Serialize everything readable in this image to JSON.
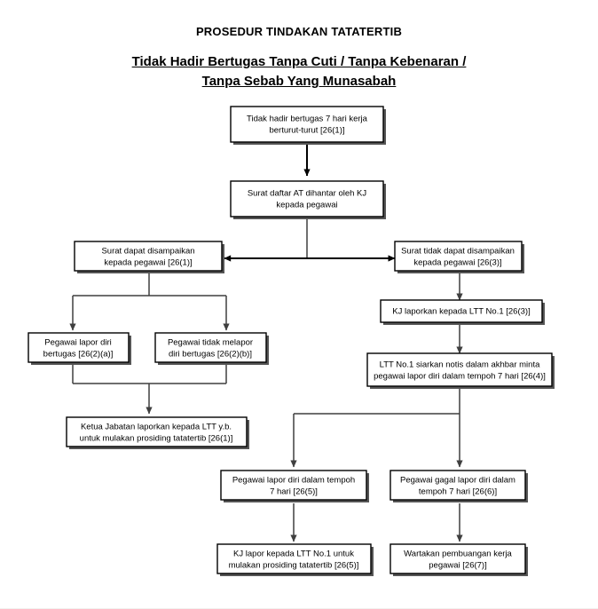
{
  "document": {
    "title_main": "PROSEDUR TINDAKAN TATATERTIB",
    "title_sub_line1": "Tidak Hadir Bertugas Tanpa Cuti / Tanpa Kebenaran /",
    "title_sub_line2": "Tanpa Sebab Yang Munasabah"
  },
  "colors": {
    "background": "#ffffff",
    "text": "#000000",
    "box_border": "#000000",
    "box_fill": "#ffffff",
    "connector": "#3f3f3f",
    "shadow": "#555555"
  },
  "flowchart": {
    "type": "process-flow",
    "nodes": [
      {
        "id": "n1",
        "line1": "Tidak hadir bertugas 7 hari kerja",
        "line2": "berturut-turut [26(1)]"
      },
      {
        "id": "n2",
        "line1": "Surat daftar AT dihantar  oleh KJ",
        "line2": "kepada pegawai"
      },
      {
        "id": "n3",
        "line1": "Surat dapat disampaikan",
        "line2": "kepada pegawai [26(1)]"
      },
      {
        "id": "n4",
        "line1": "Surat tidak dapat disampaikan",
        "line2": "kepada pegawai [26(3)]"
      },
      {
        "id": "n5",
        "line1": "KJ laporkan kepada LTT No.1 [26(3)]",
        "line2": ""
      },
      {
        "id": "n6",
        "line1": "LTT No.1 siarkan notis dalam akhbar minta",
        "line2": "pegawai lapor diri dalam tempoh 7 hari [26(4)]"
      },
      {
        "id": "n7",
        "line1": "Pegawai lapor diri",
        "line2": "bertugas [26(2)(a)]"
      },
      {
        "id": "n8",
        "line1": "Pegawai tidak melapor",
        "line2": "diri bertugas [26(2)(b)]"
      },
      {
        "id": "n9",
        "line1": "Ketua Jabatan laporkan kepada LTT y.b.",
        "line2": "untuk mulakan prosiding tatatertib [26(1)]"
      },
      {
        "id": "n10",
        "line1": "Pegawai lapor diri dalam tempoh",
        "line2": "7 hari [26(5)]"
      },
      {
        "id": "n11",
        "line1": "Pegawai gagal lapor diri dalam",
        "line2": "tempoh 7 hari [26(6)]"
      },
      {
        "id": "n12",
        "line1": "KJ lapor kepada LTT No.1 untuk",
        "line2": "mulakan prosiding tatatertib [26(5)]"
      },
      {
        "id": "n13",
        "line1": "Wartakan pembuangan kerja",
        "line2": "pegawai [26(7)]"
      }
    ],
    "edges": [
      {
        "from": "n1",
        "to": "n2",
        "style": "arrow-down"
      },
      {
        "from": "n2",
        "to": "n3",
        "style": "split-bidirectional"
      },
      {
        "from": "n2",
        "to": "n4",
        "style": "split-bidirectional"
      },
      {
        "from": "n3",
        "to": "n7",
        "style": "branch-down"
      },
      {
        "from": "n3",
        "to": "n8",
        "style": "branch-down"
      },
      {
        "from": "n4",
        "to": "n5",
        "style": "arrow-down"
      },
      {
        "from": "n5",
        "to": "n6",
        "style": "arrow-down"
      },
      {
        "from": "n7",
        "to": "n9",
        "style": "merge-down"
      },
      {
        "from": "n8",
        "to": "n9",
        "style": "merge-down"
      },
      {
        "from": "n6",
        "to": "n10",
        "style": "branch-down"
      },
      {
        "from": "n6",
        "to": "n11",
        "style": "branch-down"
      },
      {
        "from": "n10",
        "to": "n12",
        "style": "arrow-down"
      },
      {
        "from": "n11",
        "to": "n13",
        "style": "arrow-down"
      }
    ]
  }
}
